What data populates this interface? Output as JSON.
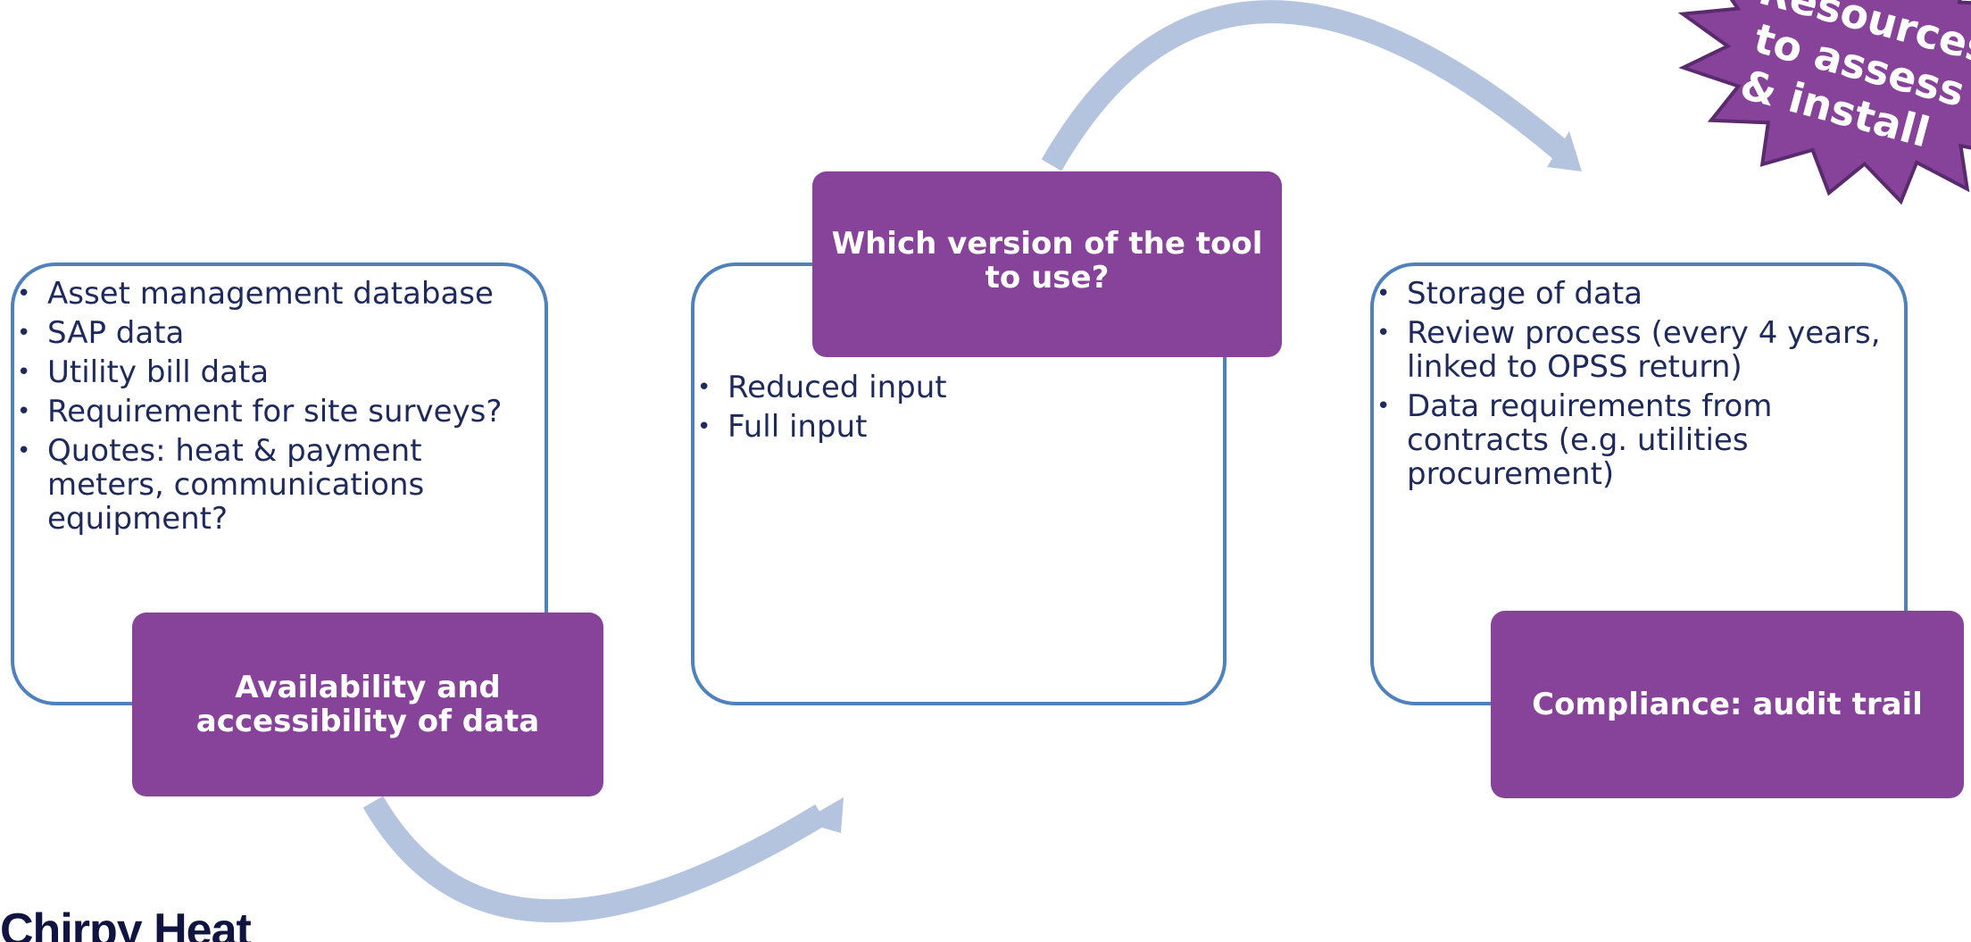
{
  "stages": [
    {
      "title": "Availability and accessibility of data",
      "bullets": [
        "Asset management database",
        "SAP data",
        "Utility bill data",
        "Requirement for site surveys?",
        "Quotes: heat & payment meters, communications equipment?"
      ]
    },
    {
      "title": "Which version of the tool to use?",
      "bullets": [
        "Reduced input",
        "Full input"
      ]
    },
    {
      "title": "Compliance: audit trail",
      "bullets": [
        "Storage of data",
        "Review process (every 4 years, linked to OPSS return)",
        "Data requirements from contracts (e.g. utilities procurement)"
      ]
    }
  ],
  "starburst": {
    "lines": [
      "Resources",
      "to assess",
      "& install"
    ]
  },
  "logo": {
    "text": "Chirpy Heat"
  },
  "colors": {
    "purple": "#874399",
    "frame_blue": "#4f81bd",
    "arrow_blue": "#b4c4df",
    "text_navy": "#1f2a5c",
    "starburst_outline": "#5a2a6e"
  }
}
